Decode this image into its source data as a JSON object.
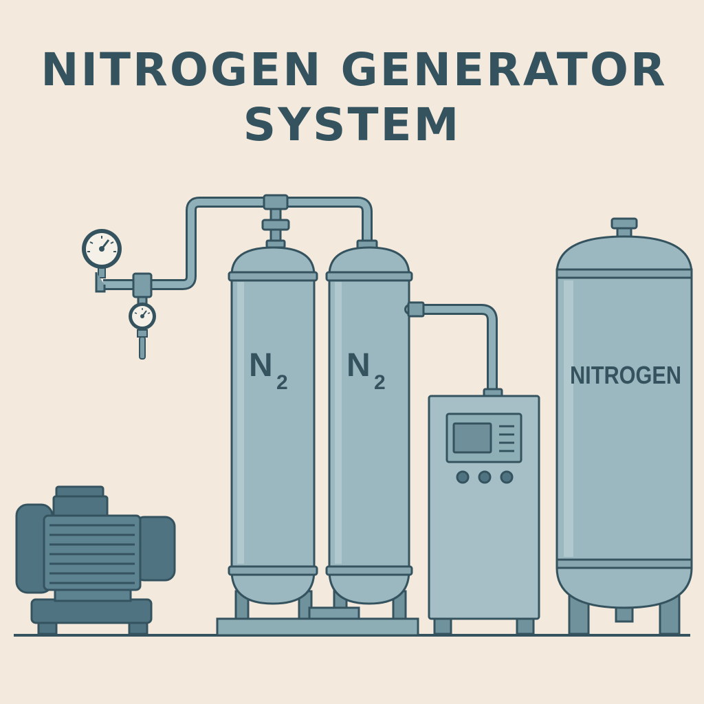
{
  "title": {
    "line1": "NITROGEN GENERATOR",
    "line2": "SYSTEM"
  },
  "tanks": [
    {
      "label": "N",
      "subscript": "2"
    },
    {
      "label": "N",
      "subscript": "2"
    }
  ],
  "storage_tank": {
    "label": "NITROGEN"
  },
  "colors": {
    "background": "#f3e9dd",
    "ink": "#34535f",
    "tank_fill": "#9bb7bf",
    "tank_band": "#87a6af",
    "dark_metal": "#4f7380",
    "panel_fill": "#a6bfc6",
    "screen_fill": "#6f8f9a"
  },
  "icons": [
    "pressure-gauge-icon",
    "flow-meter-icon",
    "air-compressor-motor-icon",
    "control-panel-icon",
    "valve-icon"
  ]
}
